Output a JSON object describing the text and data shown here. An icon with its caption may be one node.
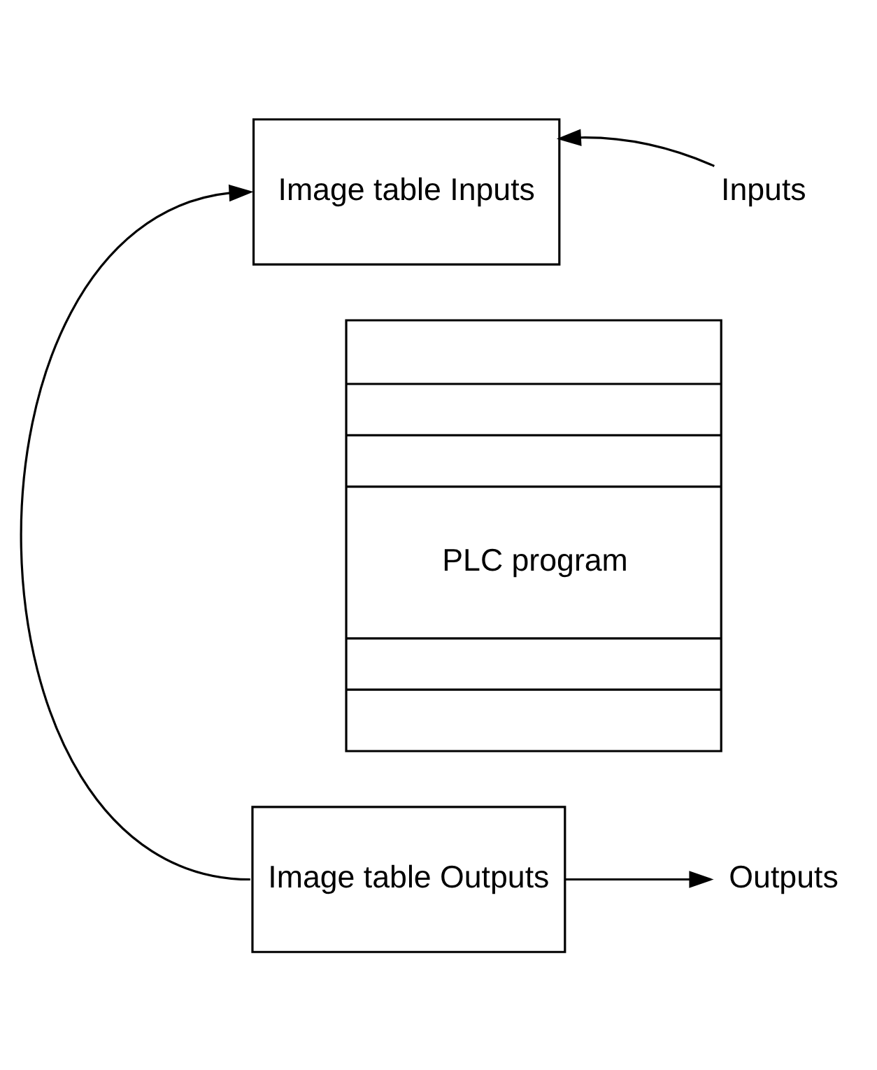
{
  "diagram": {
    "nodes": [
      {
        "text": [
          "Image table Inputs"
        ]
      },
      {
        "text": [
          "PLC program"
        ]
      },
      {
        "text": [
          "Image table Outputs"
        ]
      },
      {
        "text": [
          "Inputs"
        ]
      },
      {
        "text": [
          "Outputs"
        ]
      }
    ],
    "edges": [
      {
        "from": 2,
        "to": 0,
        "arrow": "to"
      },
      {
        "from": 3,
        "to": 0,
        "arrow": "to"
      },
      {
        "from": 2,
        "to": 4,
        "arrow": "to"
      }
    ]
  }
}
